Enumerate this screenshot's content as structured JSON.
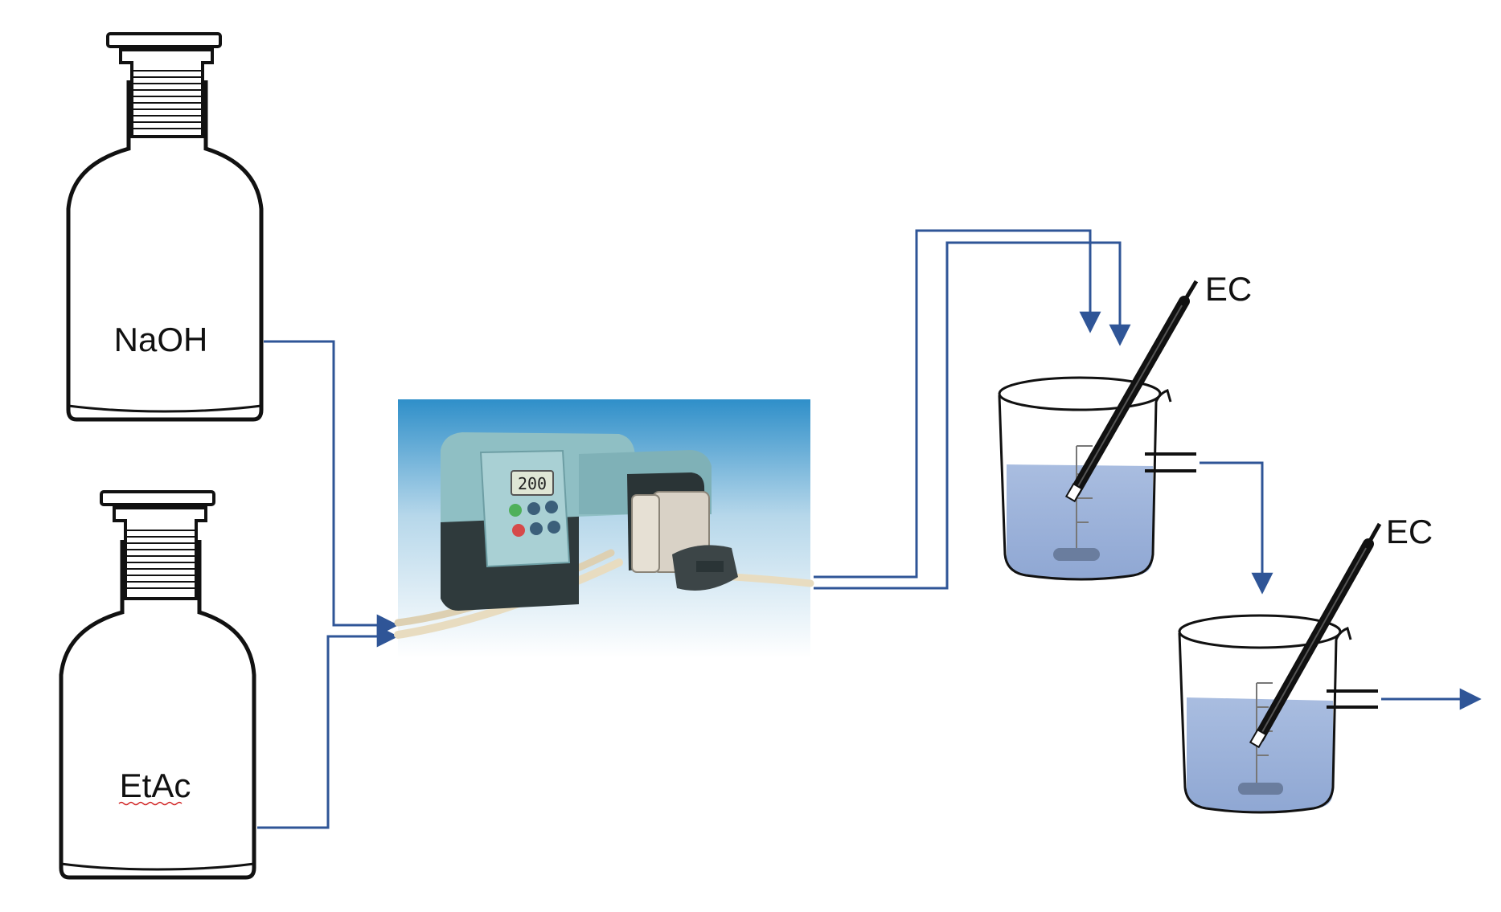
{
  "bottles": {
    "top_label": "NaOH",
    "bottom_label": "EtAc"
  },
  "pump": {
    "display_value": "200"
  },
  "sensors": {
    "first_label": "EC",
    "second_label": "EC"
  },
  "colors": {
    "flow_line": "#2f5597",
    "liquid": "#9eb3d9",
    "pump_body": "#8fbfc4",
    "pump_base": "#2f3a3c",
    "background_gradient_top": "#2f8fc9",
    "tubing": "#e8dcc0",
    "outline": "#111111"
  },
  "icons": {
    "bottle": "reagent-bottle-icon",
    "pump": "peristaltic-pump-icon",
    "beaker": "beaker-icon",
    "probe": "conductivity-probe-icon"
  }
}
